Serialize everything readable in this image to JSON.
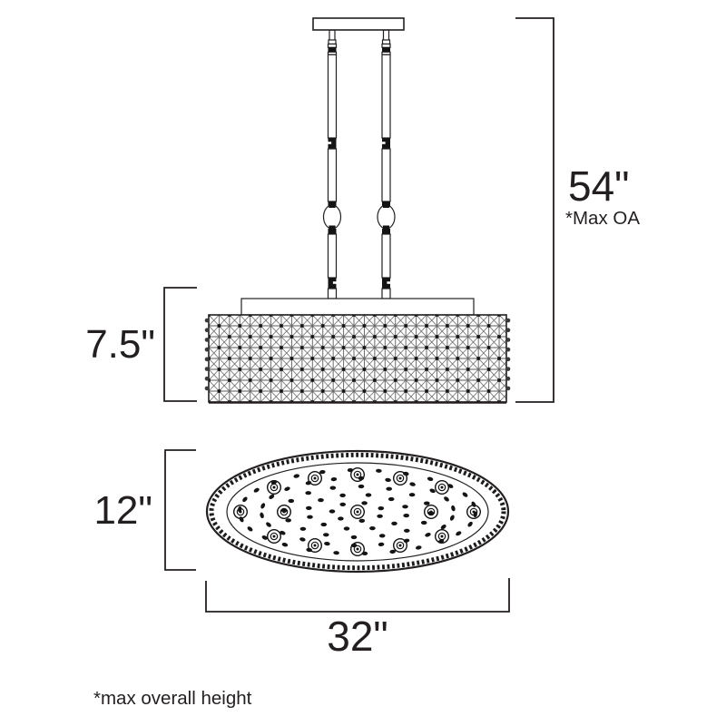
{
  "diagram": {
    "type": "chandelier-dimension-drawing",
    "dimensions": {
      "overall_height": {
        "value": "54\"",
        "note": "*Max OA"
      },
      "shade_height": {
        "value": "7.5\""
      },
      "fixture_depth": {
        "value": "12\""
      },
      "fixture_width": {
        "value": "32\""
      }
    },
    "footnote": "*max overall height",
    "colors": {
      "line": "#231f20",
      "pattern_line": "#5a5a5a",
      "crystal_dot": "#141414",
      "background": "#ffffff"
    }
  }
}
